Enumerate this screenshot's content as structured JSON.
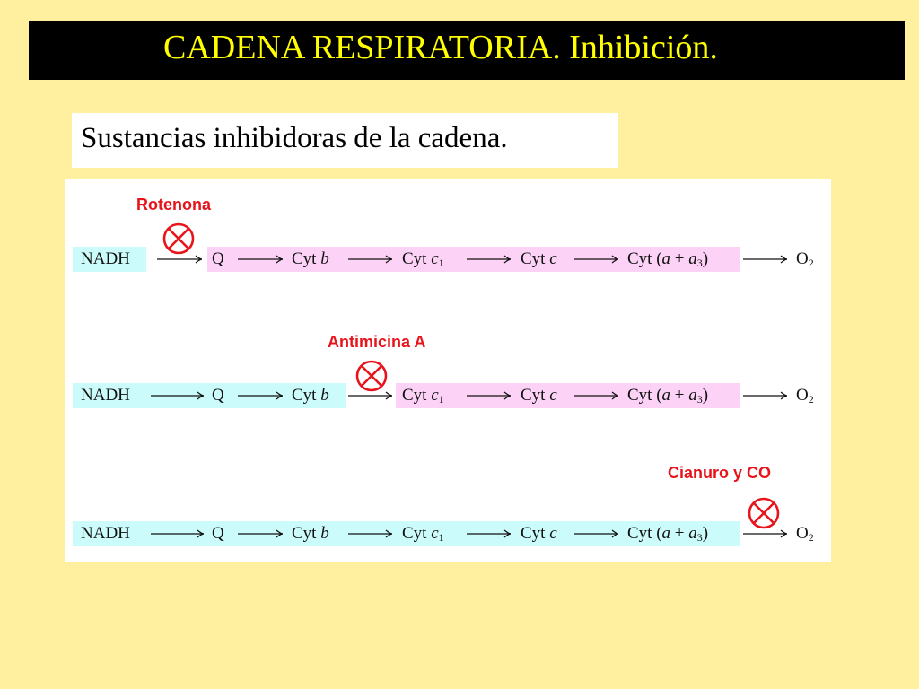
{
  "header": {
    "title": "CADENA RESPIRATORIA. Inhibición."
  },
  "subtitle": "Sustancias inhibidoras de la cadena.",
  "chains": [
    {
      "inhibitor": "Rotenona",
      "blocked_step": "NADH → Q",
      "nodes": [
        "NADH",
        "Q",
        "Cyt b",
        "Cyt c1",
        "Cyt c",
        "Cyt (a + a3)",
        "O2"
      ],
      "highlight": [
        "cyan",
        "pink",
        "pink",
        "pink",
        "pink",
        "pink",
        "none"
      ]
    },
    {
      "inhibitor": "Antimicina  A",
      "blocked_step": "Cyt b → Cyt c1",
      "nodes": [
        "NADH",
        "Q",
        "Cyt b",
        "Cyt c1",
        "Cyt c",
        "Cyt (a + a3)",
        "O2"
      ],
      "highlight": [
        "cyan",
        "cyan",
        "cyan",
        "pink",
        "pink",
        "pink",
        "none"
      ]
    },
    {
      "inhibitor": "Cianuro y CO",
      "blocked_step": "Cyt (a + a3) → O2",
      "nodes": [
        "NADH",
        "Q",
        "Cyt b",
        "Cyt c1",
        "Cyt c",
        "Cyt (a + a3)",
        "O2"
      ],
      "highlight": [
        "cyan",
        "cyan",
        "cyan",
        "cyan",
        "cyan",
        "cyan",
        "none"
      ]
    }
  ],
  "colors": {
    "background": "#fef09e",
    "title_bar": "#000000",
    "title_text": "#ffff00",
    "inhibitor": "#e8141c",
    "cyan_highlight": "#ccfbfb",
    "pink_highlight": "#fcd3f6"
  },
  "icons": {
    "inhibition": "circled-x-icon"
  }
}
